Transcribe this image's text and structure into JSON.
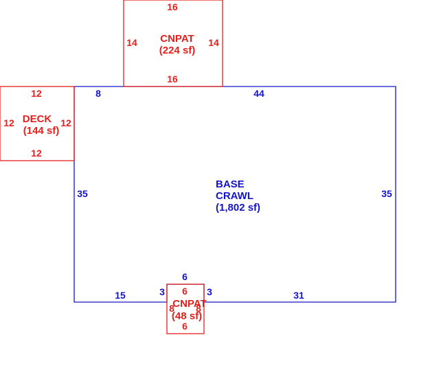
{
  "colors": {
    "base": "#1414c8",
    "addition": "#e3201c",
    "background": "#ffffff"
  },
  "areas": {
    "base": {
      "name_line1": "BASE",
      "name_line2": "CRAWL",
      "area": "(1,802 sf)",
      "dims": {
        "top_left": "8",
        "top_right": "44",
        "left": "35",
        "right": "35",
        "bottom_left": "15",
        "bottom_right": "31",
        "notch_top": "6",
        "notch_left": "3",
        "notch_right": "3"
      }
    },
    "cnpat_top": {
      "name": "CNPAT",
      "area": "(224 sf)",
      "dims": {
        "top": "16",
        "bottom": "16",
        "left": "14",
        "right": "14"
      }
    },
    "deck": {
      "name": "DECK",
      "area": "(144 sf)",
      "dims": {
        "top": "12",
        "bottom": "12",
        "left": "12",
        "right": "12"
      }
    },
    "cnpat_bottom": {
      "name": "CNPAT",
      "area": "(48 sf)",
      "dims": {
        "top": "6",
        "bottom": "6",
        "left": "8",
        "right": "8"
      }
    }
  }
}
